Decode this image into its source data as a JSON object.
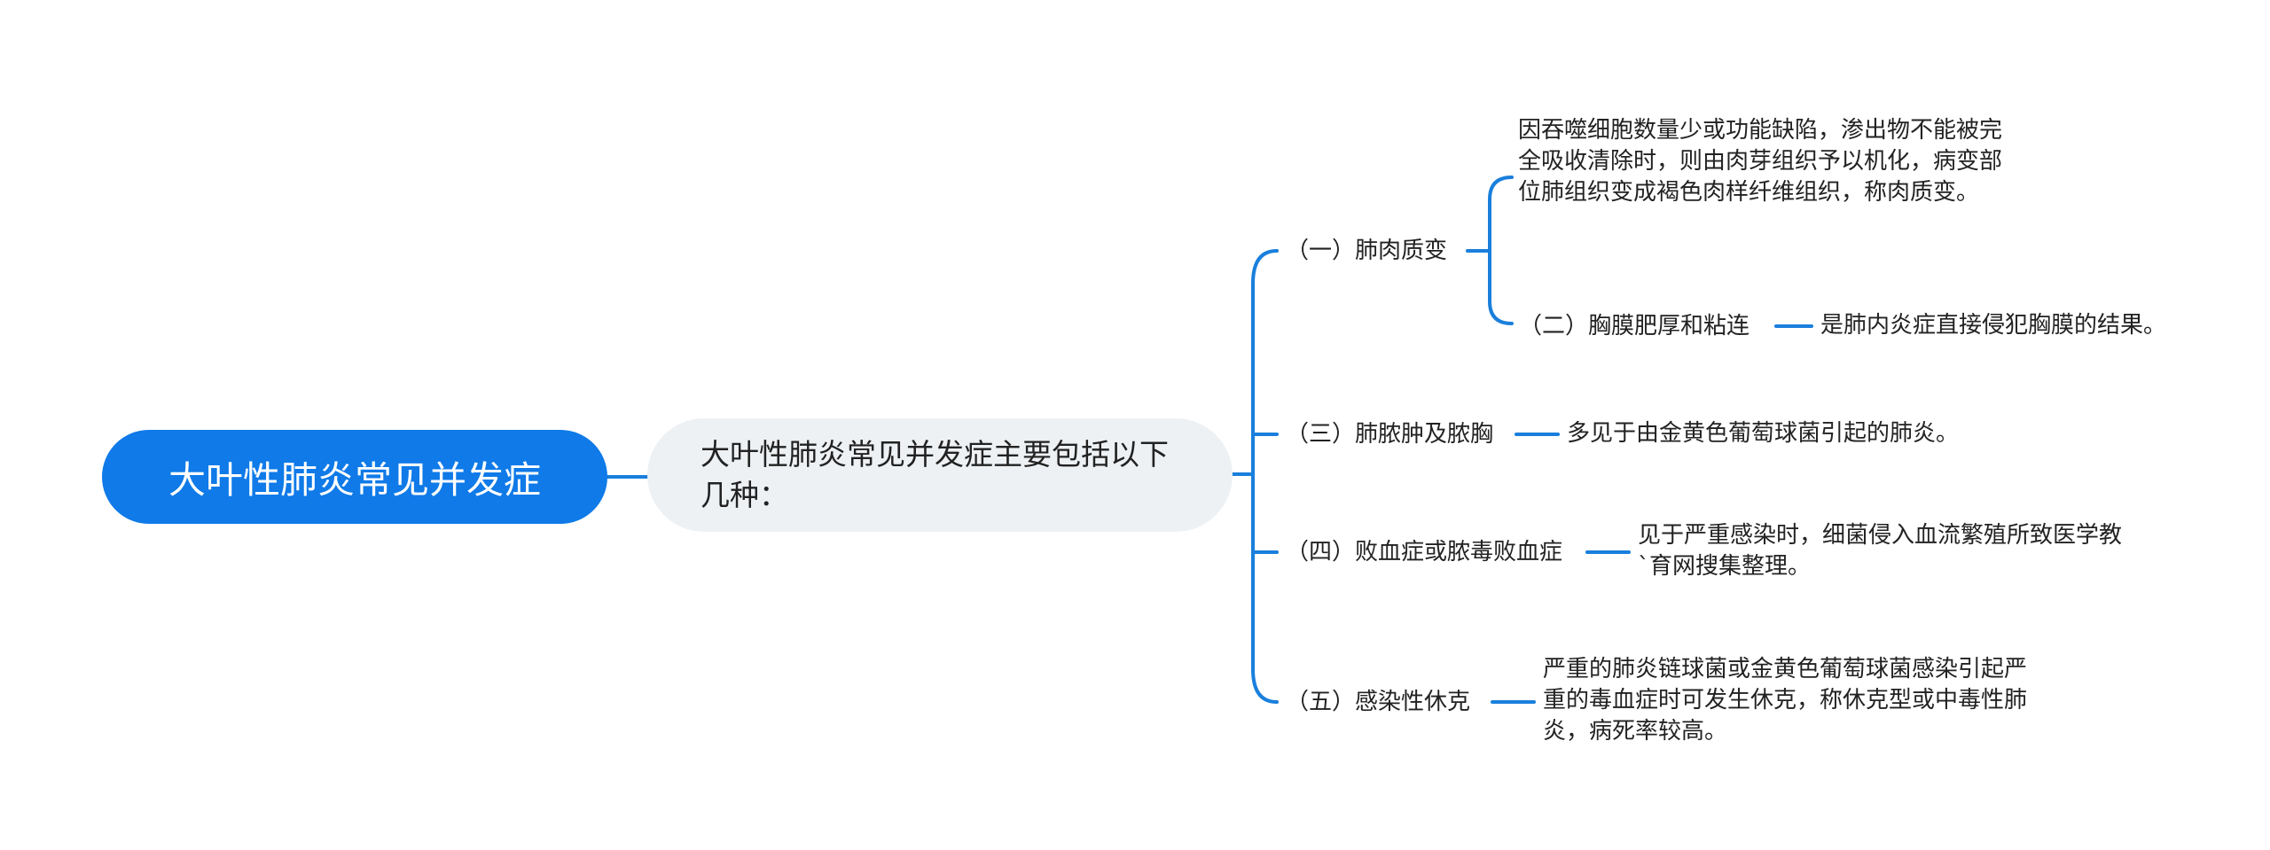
{
  "root": {
    "label": "大叶性肺炎常见并发症"
  },
  "sub": {
    "label": "大叶性肺炎常见并发症主要包括以下几种："
  },
  "branches": [
    {
      "label": "（一）肺肉质变"
    },
    {
      "label": "（三）肺脓肿及脓胸"
    },
    {
      "label": "（四）败血症或脓毒败血症"
    },
    {
      "label": "（五）感染性休克"
    }
  ],
  "sub_branches": [
    {
      "label": "（二）胸膜肥厚和粘连"
    }
  ],
  "leaves": [
    {
      "text": "因吞噬细胞数量少或功能缺陷，渗出物不能被完全吸收清除时，则由肉芽组织予以机化，病变部位肺组织变成褐色肉样纤维组织，称肉质变。"
    },
    {
      "text": "是肺内炎症直接侵犯胸膜的结果。"
    },
    {
      "text": "多见于由金黄色葡萄球菌引起的肺炎。"
    },
    {
      "text": "见于严重感染时，细菌侵入血流繁殖所致医学教`育网搜集整理。"
    },
    {
      "text": "严重的肺炎链球菌或金黄色葡萄球菌感染引起严重的毒血症时可发生休克，称休克型或中毒性肺炎，病死率较高。"
    }
  ],
  "colors": {
    "root_fill": "#0f7ae8",
    "sub_fill": "#eef1f4",
    "connector": "#1a7fdc",
    "text": "#222222"
  }
}
